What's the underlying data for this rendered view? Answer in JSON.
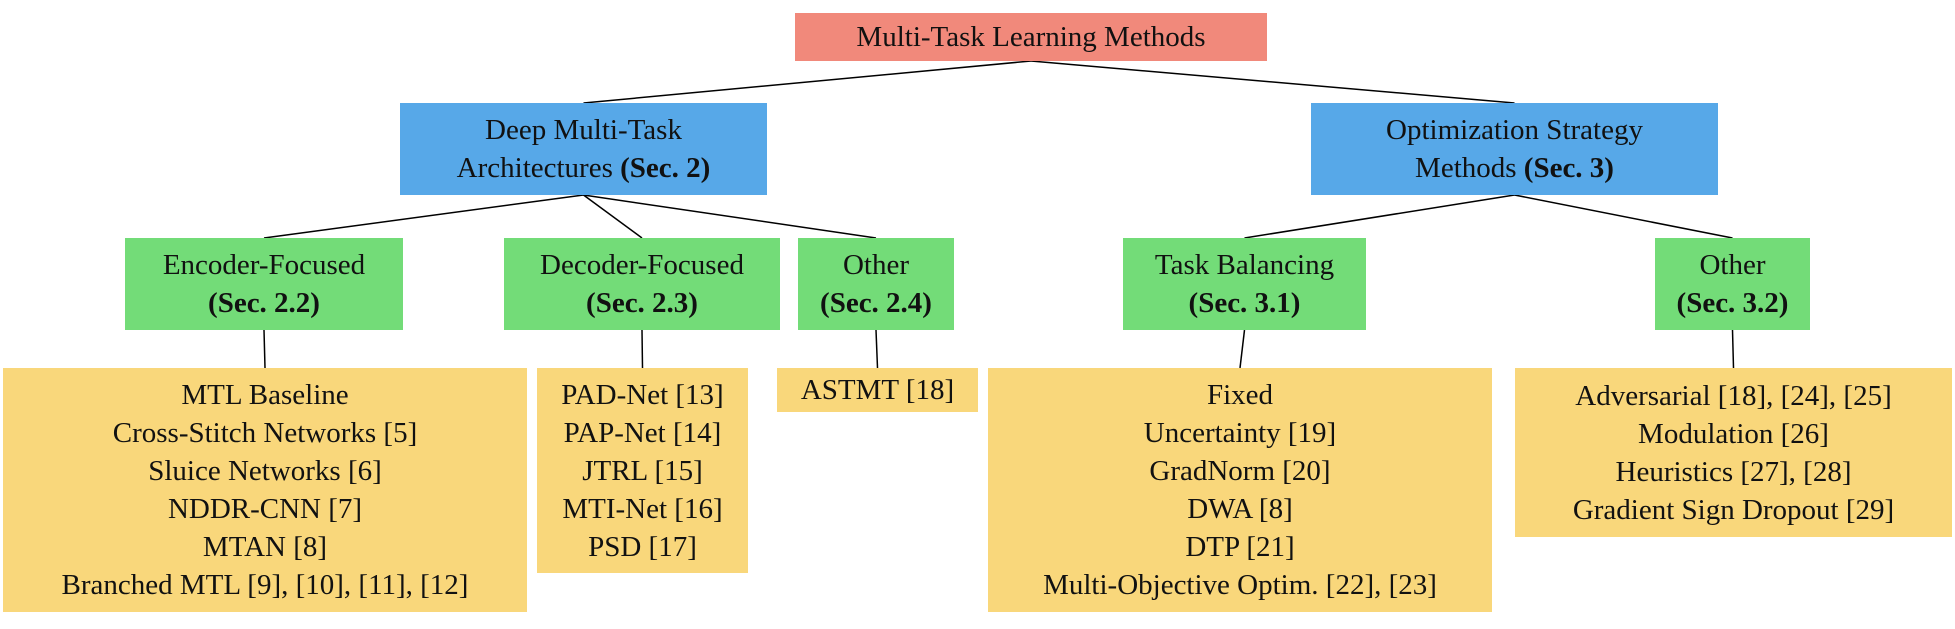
{
  "diagram": {
    "description_root_label": "Multi-Task Learning Methods"
  },
  "colors": {
    "root": "#F1897B",
    "branch": "#57A8E8",
    "group": "#73DC78",
    "leaf": "#F9D77B",
    "line": "#000000",
    "text": "#111111",
    "background": "#FFFFFF"
  },
  "nodes": [
    {
      "id": "root",
      "color": "root",
      "parent": null,
      "lines": [
        [
          {
            "t": "Multi-Task Learning Methods"
          }
        ]
      ]
    },
    {
      "id": "deep-architectures",
      "color": "branch",
      "parent": "root",
      "lines": [
        [
          {
            "t": "Deep Multi-Task"
          }
        ],
        [
          {
            "t": "Architectures "
          },
          {
            "t": "(Sec. 2)",
            "b": true
          }
        ]
      ]
    },
    {
      "id": "optimization-strategy",
      "color": "branch",
      "parent": "root",
      "lines": [
        [
          {
            "t": "Optimization Strategy"
          }
        ],
        [
          {
            "t": "Methods "
          },
          {
            "t": "(Sec. 3)",
            "b": true
          }
        ]
      ]
    },
    {
      "id": "encoder-focused",
      "color": "group",
      "parent": "deep-architectures",
      "lines": [
        [
          {
            "t": "Encoder-Focused"
          }
        ],
        [
          {
            "t": "(Sec. 2.2)",
            "b": true
          }
        ]
      ]
    },
    {
      "id": "decoder-focused",
      "color": "group",
      "parent": "deep-architectures",
      "lines": [
        [
          {
            "t": "Decoder-Focused"
          }
        ],
        [
          {
            "t": "(Sec. 2.3)",
            "b": true
          }
        ]
      ]
    },
    {
      "id": "other-architectures",
      "color": "group",
      "parent": "deep-architectures",
      "lines": [
        [
          {
            "t": "Other"
          }
        ],
        [
          {
            "t": "(Sec. 2.4)",
            "b": true
          }
        ]
      ]
    },
    {
      "id": "task-balancing",
      "color": "group",
      "parent": "optimization-strategy",
      "lines": [
        [
          {
            "t": "Task Balancing"
          }
        ],
        [
          {
            "t": "(Sec. 3.1)",
            "b": true
          }
        ]
      ]
    },
    {
      "id": "other-optimization",
      "color": "group",
      "parent": "optimization-strategy",
      "lines": [
        [
          {
            "t": "Other"
          }
        ],
        [
          {
            "t": "(Sec. 3.2)",
            "b": true
          }
        ]
      ]
    },
    {
      "id": "encoder-methods",
      "color": "leaf",
      "parent": "encoder-focused",
      "lines": [
        [
          {
            "t": "MTL Baseline"
          }
        ],
        [
          {
            "t": "Cross-Stitch Networks [5]"
          }
        ],
        [
          {
            "t": "Sluice Networks [6]"
          }
        ],
        [
          {
            "t": "NDDR-CNN [7]"
          }
        ],
        [
          {
            "t": "MTAN [8]"
          }
        ],
        [
          {
            "t": "Branched MTL [9], [10], [11], [12]"
          }
        ]
      ]
    },
    {
      "id": "decoder-methods",
      "color": "leaf",
      "parent": "decoder-focused",
      "lines": [
        [
          {
            "t": "PAD-Net [13]"
          }
        ],
        [
          {
            "t": "PAP-Net [14]"
          }
        ],
        [
          {
            "t": "JTRL [15]"
          }
        ],
        [
          {
            "t": "MTI-Net [16]"
          }
        ],
        [
          {
            "t": "PSD [17]"
          }
        ]
      ]
    },
    {
      "id": "other-architecture-methods",
      "color": "leaf",
      "parent": "other-architectures",
      "lines": [
        [
          {
            "t": "ASTMT [18]"
          }
        ]
      ]
    },
    {
      "id": "task-balancing-methods",
      "color": "leaf",
      "parent": "task-balancing",
      "lines": [
        [
          {
            "t": "Fixed"
          }
        ],
        [
          {
            "t": "Uncertainty [19]"
          }
        ],
        [
          {
            "t": "GradNorm [20]"
          }
        ],
        [
          {
            "t": "DWA [8]"
          }
        ],
        [
          {
            "t": "DTP [21]"
          }
        ],
        [
          {
            "t": "Multi-Objective Optim. [22], [23]"
          }
        ]
      ]
    },
    {
      "id": "other-optimization-methods",
      "color": "leaf",
      "parent": "other-optimization",
      "lines": [
        [
          {
            "t": "Adversarial [18], [24], [25]"
          }
        ],
        [
          {
            "t": "Modulation [26]"
          }
        ],
        [
          {
            "t": "Heuristics [27], [28]"
          }
        ],
        [
          {
            "t": "Gradient Sign Dropout [29]"
          }
        ]
      ]
    }
  ]
}
